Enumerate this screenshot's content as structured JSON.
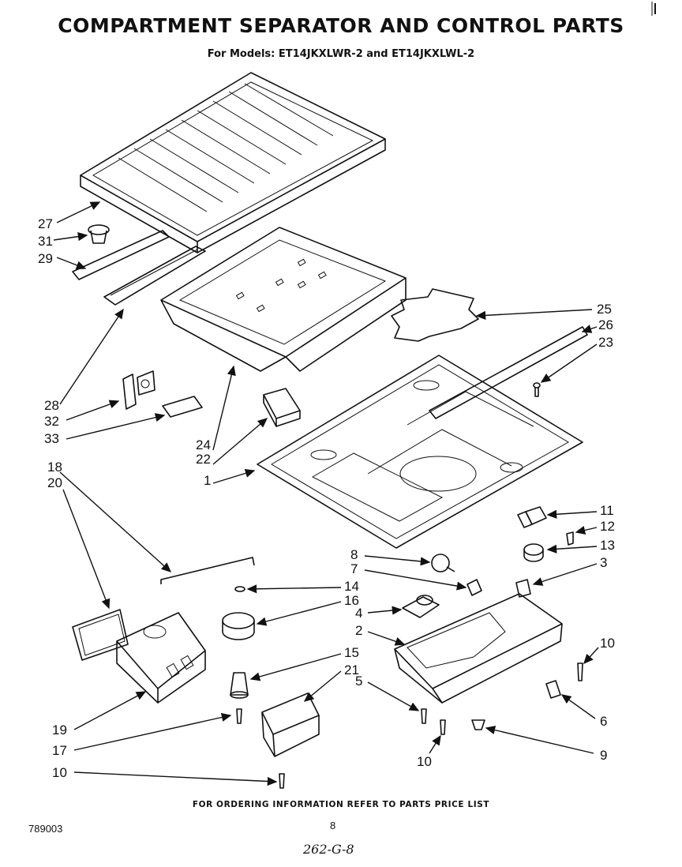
{
  "header": {
    "title": "COMPARTMENT SEPARATOR AND CONTROL PARTS",
    "subtitle": "For Models: ET14JKXLWR-2 and ET14JKXLWL-2"
  },
  "callouts": {
    "c27": "27",
    "c31": "31",
    "c29": "29",
    "c28": "28",
    "c32": "32",
    "c33": "33",
    "c24": "24",
    "c22": "22",
    "c1": "1",
    "c18": "18",
    "c20": "20",
    "c25": "25",
    "c26": "26",
    "c23": "23",
    "c11": "11",
    "c12": "12",
    "c13": "13",
    "c8": "8",
    "c7": "7",
    "c14": "14",
    "c16": "16",
    "c3": "3",
    "c4": "4",
    "c2": "2",
    "c15": "15",
    "c21": "21",
    "c5": "5",
    "c10a": "10",
    "c6": "6",
    "c10b": "10",
    "c9": "9",
    "c19": "19",
    "c17": "17",
    "c10c": "10"
  },
  "footer": {
    "ordering_note": "FOR ORDERING INFORMATION REFER TO PARTS PRICE LIST",
    "doc_number": "789003",
    "page_number": "8",
    "handwritten": "262-G-8"
  }
}
